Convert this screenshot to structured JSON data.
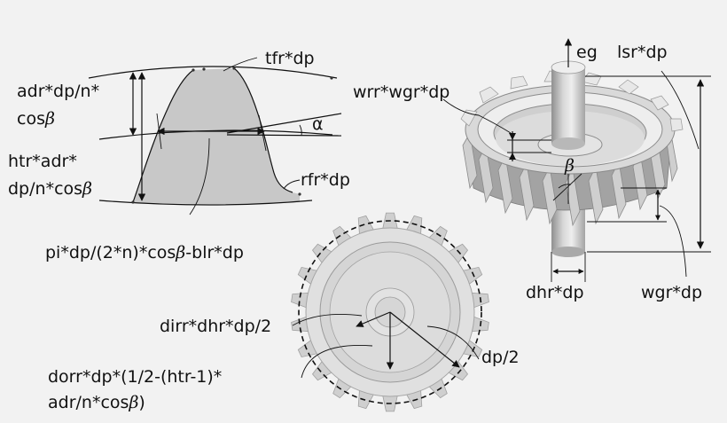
{
  "tooth_profile": {
    "label_tip_face": "tfr*dp",
    "label_addendum_line1": "adr*dp/n*",
    "label_addendum_line2": "cos",
    "label_total_height_line1": "htr*adr*",
    "label_total_height_line2": "dp/n*cos",
    "label_root_fillet": "rfr*dp",
    "label_tooth_thickness": "pi*dp/(2*n)*cos",
    "label_tooth_thickness_tail": "-blr*dp",
    "label_pressure_angle": "α",
    "beta_symbol": "β"
  },
  "gear_3d": {
    "label_axis": "eg",
    "label_shaft_length": "lsr*dp",
    "label_web_recess": "wrr*wgr*dp",
    "label_helix_angle": "β",
    "label_hub_diameter": "dhr*dp",
    "label_gear_width": "wgr*dp"
  },
  "gear_front": {
    "label_inner_radius": "dirr*dhr*dp/2",
    "label_outer_radius_line1": "dorr*dp*(1/2-(htr-1)*",
    "label_outer_radius_line2": "adr/n*cos",
    "label_outer_radius_line2_end": ")",
    "label_pitch_radius": "dp/2",
    "beta_symbol": "β"
  },
  "colors": {
    "background": "#f2f2f2",
    "tooth_fill": "#c8c8c8",
    "gear_light": "#e6e6e6",
    "gear_mid": "#c9c9c9",
    "gear_dark": "#9c9c9c",
    "line": "#111111"
  }
}
